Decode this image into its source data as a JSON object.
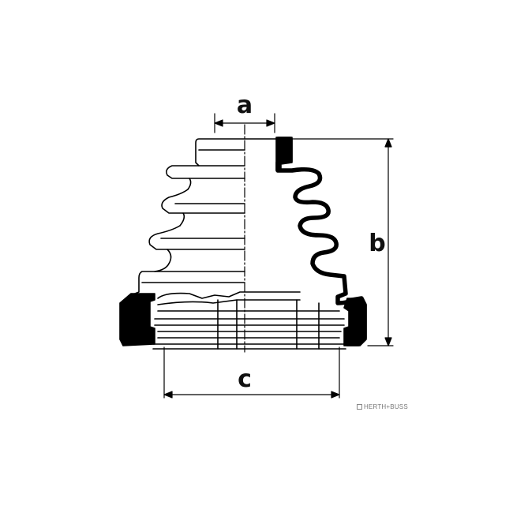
{
  "diagram": {
    "dimensions": {
      "a": "a",
      "b": "b",
      "c": "c"
    }
  },
  "brand": {
    "logo_text": "HERTH+BUSS"
  },
  "colors": {
    "line": "#000000",
    "background": "#ffffff",
    "watermark": "#777777"
  }
}
